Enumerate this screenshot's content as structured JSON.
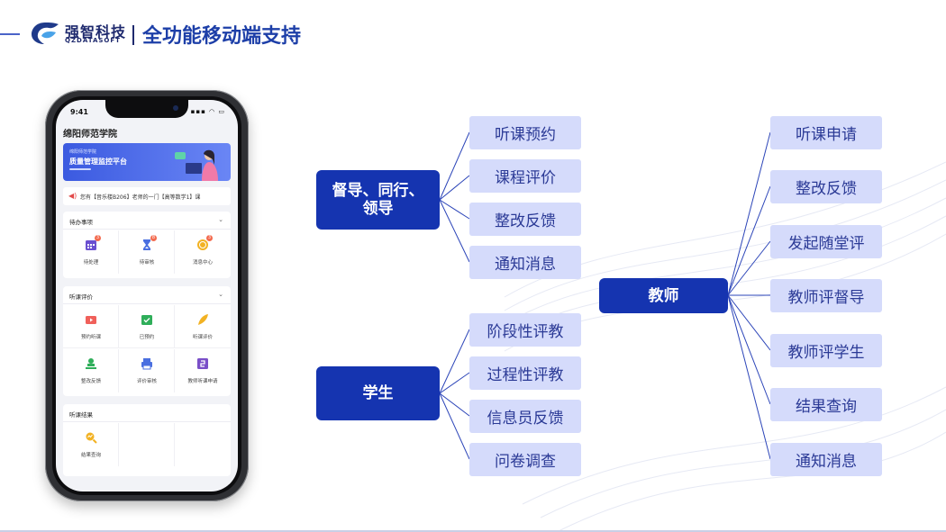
{
  "header": {
    "brand_cn": "强智科技",
    "brand_en": "QZDATASOFT",
    "title": "全功能移动端支持"
  },
  "phone": {
    "status_time": "9:41",
    "status_icons": "▪▪▪ ◠ ▭",
    "school": "绵阳师范学院",
    "banner_sub": "绵阳师范学院",
    "banner_title": "质量管理监控平台",
    "notice": "您有【音乐楼B206】老师的一门【高等数学1】课",
    "sections": [
      {
        "title": "待办事项",
        "items": [
          {
            "label": "待处理",
            "icon": "calendar-icon",
            "badge": "3",
            "color": "#6a4fd0"
          },
          {
            "label": "待审核",
            "icon": "hourglass-icon",
            "badge": "8",
            "color": "#4a6fe0"
          },
          {
            "label": "消息中心",
            "icon": "message-coin-icon",
            "badge": "3",
            "color": "#f2b223"
          }
        ]
      },
      {
        "title": "听课评价",
        "items": [
          {
            "label": "预约听课",
            "icon": "video-icon",
            "color": "#f0605a"
          },
          {
            "label": "已预约",
            "icon": "calendar-check-icon",
            "color": "#2fae5a"
          },
          {
            "label": "听课评价",
            "icon": "feather-icon",
            "color": "#f2b223"
          },
          {
            "label": "整改反馈",
            "icon": "stamp-icon",
            "color": "#2fae5a"
          },
          {
            "label": "评价审核",
            "icon": "printer-icon",
            "color": "#4a6fe0"
          },
          {
            "label": "教师听课申请",
            "icon": "number-icon",
            "color": "#7a4fc8"
          }
        ]
      },
      {
        "title": "听课结果",
        "items": [
          {
            "label": "结果查询",
            "icon": "search-chart-icon",
            "color": "#f2b223"
          },
          {
            "label": "",
            "icon": ""
          },
          {
            "label": "",
            "icon": ""
          }
        ]
      }
    ]
  },
  "diagram": {
    "groups": [
      {
        "name": "督导、同行、领导",
        "children": [
          "听课预约",
          "课程评价",
          "整改反馈",
          "通知消息"
        ]
      },
      {
        "name": "学生",
        "children": [
          "阶段性评教",
          "过程性评教",
          "信息员反馈",
          "问卷调查"
        ]
      },
      {
        "name": "教师",
        "children": [
          "听课申请",
          "整改反馈",
          "发起随堂评",
          "教师评督导",
          "教师评学生",
          "结果查询",
          "通知消息"
        ]
      }
    ]
  },
  "colors": {
    "main_node": "#1534b0",
    "sub_node": "#d5dbfb",
    "sub_text": "#2b3a96",
    "line": "#2b44b8",
    "title": "#1d3fa8"
  }
}
